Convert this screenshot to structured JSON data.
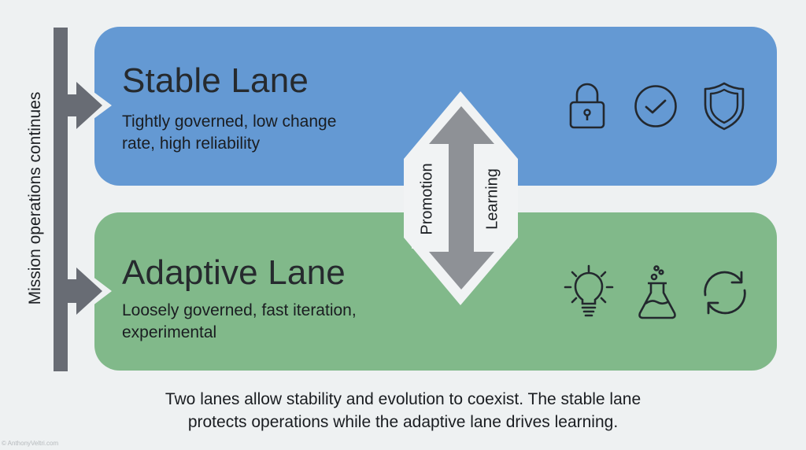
{
  "side_flow": {
    "label": "Mission operations continues"
  },
  "lanes": {
    "stable": {
      "title": "Stable Lane",
      "description_line1": "Tightly governed, low change",
      "description_line2": "rate, high reliability",
      "color": "#6499d3",
      "icons": [
        "lock-icon",
        "check-circle-icon",
        "shield-icon"
      ]
    },
    "adaptive": {
      "title": "Adaptive Lane",
      "description_line1": "Loosely governed, fast iteration,",
      "description_line2": "experimental",
      "color": "#81b98a",
      "icons": [
        "lightbulb-icon",
        "flask-icon",
        "refresh-icon"
      ]
    }
  },
  "connector": {
    "left_label": "Promotion",
    "right_label": "Learning",
    "arrow_color": "#8e9196"
  },
  "caption": {
    "line1": "Two lanes allow stability and evolution to coexist. The stable lane",
    "line2": "protects operations while the adaptive lane drives learning."
  },
  "watermark": "© AnthonyVeltri.com"
}
